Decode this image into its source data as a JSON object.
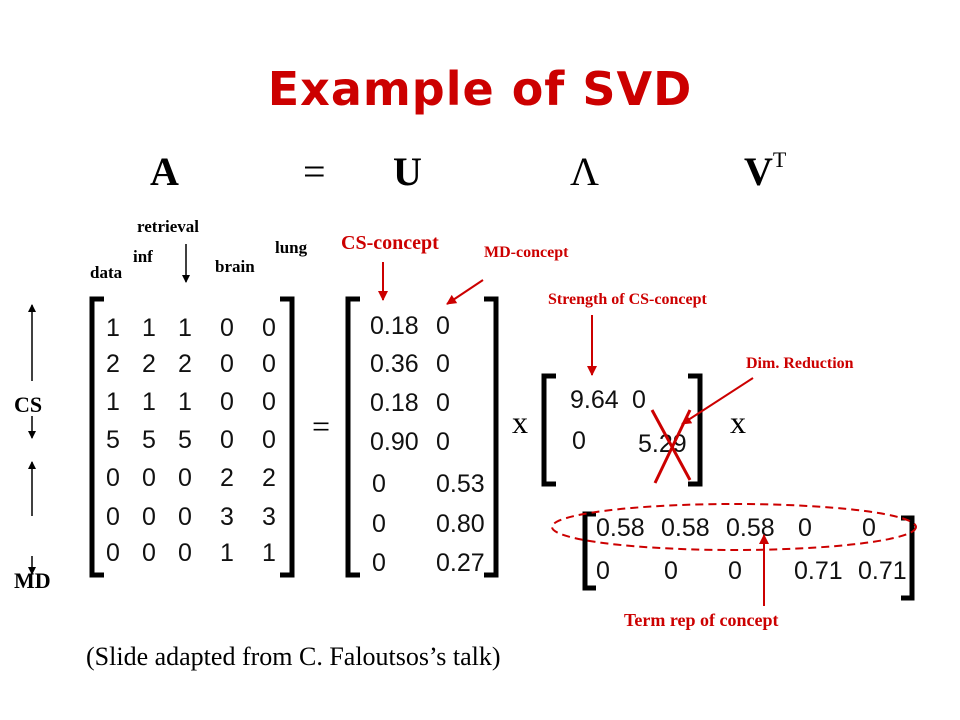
{
  "title": "Example of SVD",
  "title_color": "#cc0000",
  "annotation_color": "#cc0000",
  "equation": {
    "a": "A",
    "eq": "=",
    "u": "U",
    "lambda": "Λ",
    "v": "V",
    "v_sup": "T"
  },
  "terms": [
    "data",
    "inf",
    "retrieval",
    "brain",
    "lung"
  ],
  "row_groups": {
    "cs": "CS",
    "md": "MD"
  },
  "matrix_a": [
    [
      "1",
      "1",
      "1",
      "0",
      "0"
    ],
    [
      "2",
      "2",
      "2",
      "0",
      "0"
    ],
    [
      "1",
      "1",
      "1",
      "0",
      "0"
    ],
    [
      "5",
      "5",
      "5",
      "0",
      "0"
    ],
    [
      "0",
      "0",
      "0",
      "2",
      "2"
    ],
    [
      "0",
      "0",
      "0",
      "3",
      "3"
    ],
    [
      "0",
      "0",
      "0",
      "1",
      "1"
    ]
  ],
  "matrix_u": [
    [
      "0.18",
      "0"
    ],
    [
      "0.36",
      "0"
    ],
    [
      "0.18",
      "0"
    ],
    [
      "0.90",
      "0"
    ],
    [
      "0",
      "0.53"
    ],
    [
      "0",
      "0.80"
    ],
    [
      "0",
      "0.27"
    ]
  ],
  "matrix_lambda": [
    [
      "9.64",
      "0"
    ],
    [
      "0",
      "5.29"
    ]
  ],
  "matrix_vt": [
    [
      "0.58",
      "0.58",
      "0.58",
      "0",
      "0"
    ],
    [
      "0",
      "0",
      "0",
      "0.71",
      "0.71"
    ]
  ],
  "operators": {
    "equals": "=",
    "times1": "x",
    "times2": "x"
  },
  "annotations": {
    "cs_concept": "CS-concept",
    "md_concept": "MD-concept",
    "strength": "Strength of CS-concept",
    "dim_reduction": "Dim. Reduction",
    "term_rep": "Term rep of concept"
  },
  "caption": "(Slide adapted from C. Faloutsos’s talk)"
}
